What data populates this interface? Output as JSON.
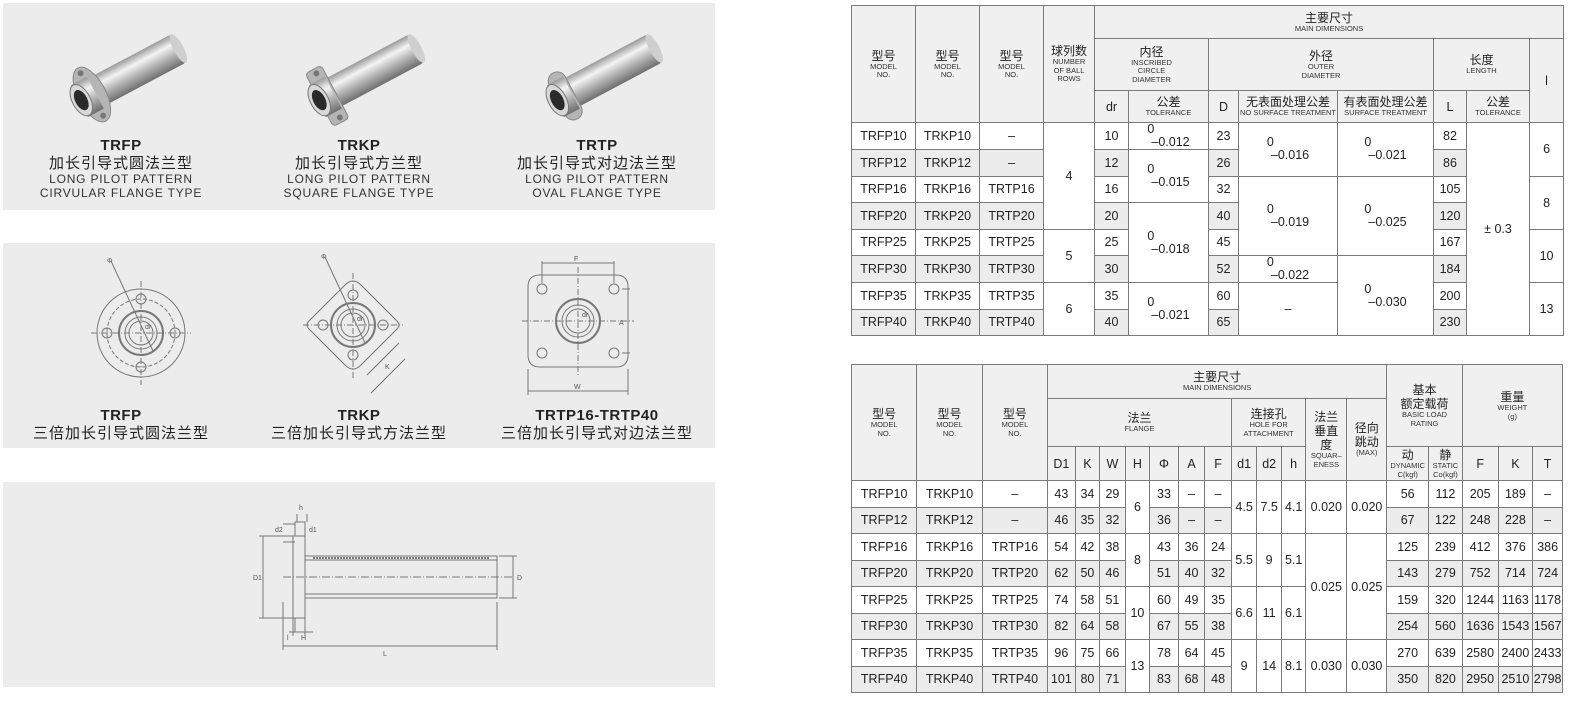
{
  "products": [
    {
      "code": "TRFP",
      "cn": "加长引导式圆法兰型",
      "en1": "LONG PILOT PATTERN",
      "en2": "CIRVULAR FLANGE TYPE"
    },
    {
      "code": "TRKP",
      "cn": "加长引导式方兰型",
      "en1": "LONG PILOT PATTERN",
      "en2": "SQUARE FLANGE TYPE"
    },
    {
      "code": "TRTP",
      "cn": "加长引导式对边法兰型",
      "en1": "LONG PILOT PATTERN",
      "en2": "OVAL FLANGE TYPE"
    }
  ],
  "drawings": [
    {
      "code": "TRFP",
      "cn": "三倍加长引导式圆法兰型"
    },
    {
      "code": "TRKP",
      "cn": "三倍加长引导式方法兰型"
    },
    {
      "code": "TRTP16-TRTP40",
      "cn": "三倍加长引导式对边法兰型"
    }
  ],
  "dim_labels": {
    "phi": "Φ",
    "dr": "dr",
    "k": "K",
    "f": "F",
    "a": "A",
    "w": "W",
    "h": "h",
    "d2": "d2",
    "d1": "d1",
    "D1": "D1",
    "D": "D",
    "l": "l",
    "H": "H",
    "L": "L"
  },
  "table1": {
    "main_cn": "主要尺寸",
    "main_en": "MAIN DIMENSIONS",
    "model_cn": "型号",
    "model_en1": "MODEL",
    "model_en2": "NO.",
    "rows_cn": "球列数",
    "rows_en1": "NUMBER",
    "rows_en2": "OF BALL",
    "rows_en3": "ROWS",
    "inner_cn": "内径",
    "inner_en1": "INSCRIBED",
    "inner_en2": "CIRCLE",
    "inner_en3": "DIAMETER",
    "outer_cn": "外径",
    "outer_en1": "OUTER",
    "outer_en2": "DIAMETER",
    "len_cn": "长度",
    "len_en": "LENGTH",
    "l_col": "l",
    "dr_col": "dr",
    "D_col": "D",
    "L_col": "L",
    "tol_cn": "公差",
    "tol_en": "TOLERANCE",
    "nosurf_cn": "无表面处理公差",
    "nosurf_en": "NO SURFACE TREATMENT",
    "surf_cn": "有表面处理公差",
    "surf_en": "SURFACE TREATMENT",
    "rows": [
      {
        "trfp": "TRFP10",
        "trkp": "TRKP10",
        "trtp": "–",
        "dr": "10",
        "D": "23",
        "L": "82"
      },
      {
        "trfp": "TRFP12",
        "trkp": "TRKP12",
        "trtp": "–",
        "dr": "12",
        "D": "26",
        "L": "86"
      },
      {
        "trfp": "TRFP16",
        "trkp": "TRKP16",
        "trtp": "TRTP16",
        "dr": "16",
        "D": "32",
        "L": "105"
      },
      {
        "trfp": "TRFP20",
        "trkp": "TRKP20",
        "trtp": "TRTP20",
        "dr": "20",
        "D": "40",
        "L": "120"
      },
      {
        "trfp": "TRFP25",
        "trkp": "TRKP25",
        "trtp": "TRTP25",
        "dr": "25",
        "D": "45",
        "L": "167"
      },
      {
        "trfp": "TRFP30",
        "trkp": "TRKP30",
        "trtp": "TRTP30",
        "dr": "30",
        "D": "52",
        "L": "184"
      },
      {
        "trfp": "TRFP35",
        "trkp": "TRKP35",
        "trtp": "TRTP35",
        "dr": "35",
        "D": "60",
        "L": "200"
      },
      {
        "trfp": "TRFP40",
        "trkp": "TRKP40",
        "trtp": "TRTP40",
        "dr": "40",
        "D": "65",
        "L": "230"
      }
    ],
    "balls": [
      "4",
      "5",
      "6"
    ],
    "dr_tol": [
      {
        "u": "0",
        "l": "–0.012"
      },
      {
        "u": "0",
        "l": "–0.015"
      },
      {
        "u": "0",
        "l": "–0.018"
      },
      {
        "u": "0",
        "l": "–0.021"
      }
    ],
    "nosurf": [
      {
        "u": "0",
        "l": "–0.016"
      },
      {
        "u": "0",
        "l": "–0.019"
      },
      {
        "u": "0",
        "l": "–0.022"
      },
      {
        "dash": "–"
      }
    ],
    "surf": [
      {
        "u": "0",
        "l": "–0.021"
      },
      {
        "u": "0",
        "l": "–0.025"
      },
      {
        "u": "0",
        "l": "–0.030"
      }
    ],
    "len_tol": "± 0.3",
    "l_vals": [
      "6",
      "8",
      "10",
      "13"
    ]
  },
  "table2": {
    "main_cn": "主要尺寸",
    "main_en": "MAIN DIMENSIONS",
    "model_cn": "型号",
    "model_en1": "MODEL",
    "model_en2": "NO.",
    "flange_cn": "法兰",
    "flange_en": "FLANGE",
    "hole_cn": "连接孔",
    "hole_en1": "HOLE FOR",
    "hole_en2": "ATTACHMENT",
    "sq_cn1": "法兰",
    "sq_cn2": "垂直",
    "sq_cn3": "度",
    "sq_en1": "SQUAR–",
    "sq_en2": "ENESS",
    "rad_cn1": "径向",
    "rad_cn2": "跳动",
    "rad_en": "(MAX)",
    "load_cn1": "基本",
    "load_cn2": "额定载荷",
    "load_en1": "BASIC LOAD",
    "load_en2": "RATING",
    "weight_cn": "重量",
    "weight_en1": "WEIGHT",
    "weight_en2": "(g)",
    "dyn_cn": "动",
    "dyn_en1": "DYNAMIC",
    "dyn_en2": "C(kgf)",
    "sta_cn": "静",
    "sta_en1": "STATIC",
    "sta_en2": "Co(kgf)",
    "cols": [
      "D1",
      "K",
      "W",
      "H",
      "Φ",
      "A",
      "F",
      "d1",
      "d2",
      "h",
      "F",
      "K",
      "T"
    ],
    "rows": [
      {
        "m1": "TRFP10",
        "m2": "TRKP10",
        "m3": "–",
        "D1": "43",
        "K": "34",
        "W": "29",
        "phi": "33",
        "A": "–",
        "F": "–",
        "C": "56",
        "Co": "112",
        "wF": "205",
        "wK": "189",
        "wT": "–"
      },
      {
        "m1": "TRFP12",
        "m2": "TRKP12",
        "m3": "–",
        "D1": "46",
        "K": "35",
        "W": "32",
        "phi": "36",
        "A": "–",
        "F": "–",
        "C": "67",
        "Co": "122",
        "wF": "248",
        "wK": "228",
        "wT": "–"
      },
      {
        "m1": "TRFP16",
        "m2": "TRKP16",
        "m3": "TRTP16",
        "D1": "54",
        "K": "42",
        "W": "38",
        "phi": "43",
        "A": "36",
        "F": "24",
        "C": "125",
        "Co": "239",
        "wF": "412",
        "wK": "376",
        "wT": "386"
      },
      {
        "m1": "TRFP20",
        "m2": "TRKP20",
        "m3": "TRTP20",
        "D1": "62",
        "K": "50",
        "W": "46",
        "phi": "51",
        "A": "40",
        "F": "32",
        "C": "143",
        "Co": "279",
        "wF": "752",
        "wK": "714",
        "wT": "724"
      },
      {
        "m1": "TRFP25",
        "m2": "TRKP25",
        "m3": "TRTP25",
        "D1": "74",
        "K": "58",
        "W": "51",
        "phi": "60",
        "A": "49",
        "F": "35",
        "C": "159",
        "Co": "320",
        "wF": "1244",
        "wK": "1163",
        "wT": "1178"
      },
      {
        "m1": "TRFP30",
        "m2": "TRKP30",
        "m3": "TRTP30",
        "D1": "82",
        "K": "64",
        "W": "58",
        "phi": "67",
        "A": "55",
        "F": "38",
        "C": "254",
        "Co": "560",
        "wF": "1636",
        "wK": "1543",
        "wT": "1567"
      },
      {
        "m1": "TRFP35",
        "m2": "TRKP35",
        "m3": "TRTP35",
        "D1": "96",
        "K": "75",
        "W": "66",
        "phi": "78",
        "A": "64",
        "F": "45",
        "C": "270",
        "Co": "639",
        "wF": "2580",
        "wK": "2400",
        "wT": "2433"
      },
      {
        "m1": "TRFP40",
        "m2": "TRKP40",
        "m3": "TRTP40",
        "D1": "101",
        "K": "80",
        "W": "71",
        "phi": "83",
        "A": "68",
        "F": "48",
        "C": "350",
        "Co": "820",
        "wF": "2950",
        "wK": "2510",
        "wT": "2798"
      }
    ],
    "H": [
      "6",
      "8",
      "10",
      "13"
    ],
    "hole": [
      {
        "d1": "4.5",
        "d2": "7.5",
        "h": "4.1"
      },
      {
        "d1": "5.5",
        "d2": "9",
        "h": "5.1"
      },
      {
        "d1": "6.6",
        "d2": "11",
        "h": "6.1"
      },
      {
        "d1": "9",
        "d2": "14",
        "h": "8.1"
      }
    ],
    "sq": [
      "0.020",
      "0.025",
      "0.030"
    ],
    "rad": [
      "0.020",
      "0.025",
      "0.030"
    ]
  }
}
